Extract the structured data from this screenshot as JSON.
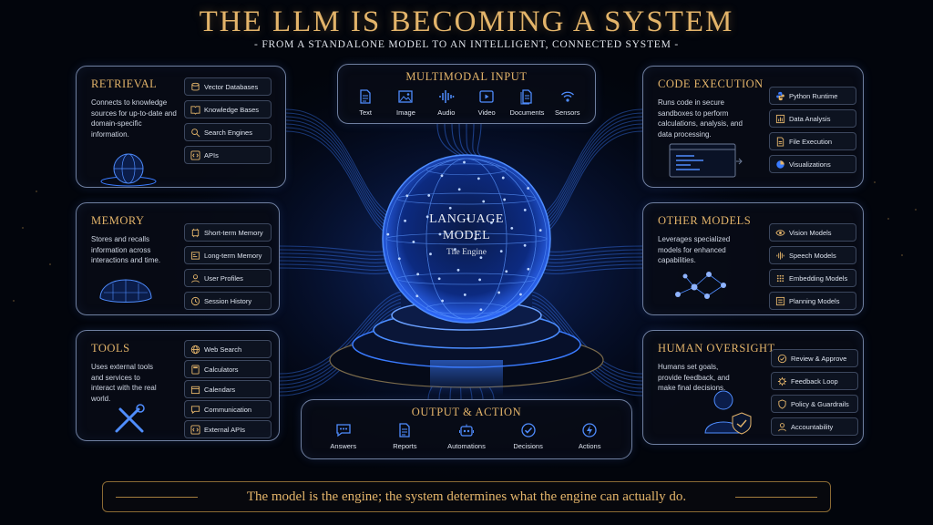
{
  "title": "THE LLM IS BECOMING A SYSTEM",
  "subtitle": "- FROM A STANDALONE MODEL TO AN INTELLIGENT, CONNECTED SYSTEM -",
  "center": {
    "title_line1": "LANGUAGE",
    "title_line2": "MODEL",
    "subtitle": "The Engine"
  },
  "retrieval": {
    "title": "RETRIEVAL",
    "desc": "Connects to knowledge sources for up-to-date and domain-specific information.",
    "items": [
      {
        "label": "Vector Databases",
        "icon": "database-icon"
      },
      {
        "label": "Knowledge Bases",
        "icon": "book-icon"
      },
      {
        "label": "Search Engines",
        "icon": "search-icon"
      },
      {
        "label": "APIs",
        "icon": "code-icon"
      }
    ]
  },
  "memory": {
    "title": "MEMORY",
    "desc": "Stores and recalls information across interactions and time.",
    "items": [
      {
        "label": "Short-term Memory",
        "icon": "chip-icon"
      },
      {
        "label": "Long-term Memory",
        "icon": "chip-icon"
      },
      {
        "label": "User Profiles",
        "icon": "user-icon"
      },
      {
        "label": "Session History",
        "icon": "history-icon"
      }
    ]
  },
  "tools": {
    "title": "TOOLS",
    "desc": "Uses external tools and services to interact with the real world.",
    "items": [
      {
        "label": "Web Search",
        "icon": "globe-icon"
      },
      {
        "label": "Calculators",
        "icon": "calculator-icon"
      },
      {
        "label": "Calendars",
        "icon": "calendar-icon"
      },
      {
        "label": "Communication",
        "icon": "chat-icon"
      },
      {
        "label": "External APIs",
        "icon": "code-icon"
      }
    ]
  },
  "code_execution": {
    "title": "CODE EXECUTION",
    "desc": "Runs code in secure sandboxes to perform calculations, analysis, and data processing.",
    "items": [
      {
        "label": "Python Runtime",
        "icon": "python-icon"
      },
      {
        "label": "Data Analysis",
        "icon": "bar-chart-icon"
      },
      {
        "label": "File Execution",
        "icon": "file-icon"
      },
      {
        "label": "Visualizations",
        "icon": "pie-chart-icon"
      }
    ]
  },
  "other_models": {
    "title": "OTHER MODELS",
    "desc": "Leverages specialized models for enhanced capabilities.",
    "items": [
      {
        "label": "Vision Models",
        "icon": "eye-icon"
      },
      {
        "label": "Speech Models",
        "icon": "waveform-icon"
      },
      {
        "label": "Embedding Models",
        "icon": "grid-dots-icon"
      },
      {
        "label": "Planning Models",
        "icon": "list-icon"
      }
    ]
  },
  "human_oversight": {
    "title": "HUMAN OVERSIGHT",
    "desc": "Humans set goals, provide feedback, and make final decisions.",
    "items": [
      {
        "label": "Review & Approve",
        "icon": "check-circle-icon"
      },
      {
        "label": "Feedback Loop",
        "icon": "gear-icon"
      },
      {
        "label": "Policy & Guardrails",
        "icon": "shield-icon"
      },
      {
        "label": "Accountability",
        "icon": "user-icon"
      }
    ]
  },
  "multimodal_input": {
    "title": "MULTIMODAL INPUT",
    "items": [
      {
        "label": "Text",
        "icon": "text-doc-icon"
      },
      {
        "label": "Image",
        "icon": "image-icon"
      },
      {
        "label": "Audio",
        "icon": "audio-icon"
      },
      {
        "label": "Video",
        "icon": "video-icon"
      },
      {
        "label": "Documents",
        "icon": "documents-icon"
      },
      {
        "label": "Sensors",
        "icon": "sensor-icon"
      }
    ]
  },
  "output_action": {
    "title": "OUTPUT & ACTION",
    "items": [
      {
        "label": "Answers",
        "icon": "chat-icon"
      },
      {
        "label": "Reports",
        "icon": "report-icon"
      },
      {
        "label": "Automations",
        "icon": "robot-icon"
      },
      {
        "label": "Decisions",
        "icon": "check-circle-icon"
      },
      {
        "label": "Actions",
        "icon": "bolt-icon"
      }
    ]
  },
  "footer": "The model is the engine; the system determines what the engine can actually do.",
  "colors": {
    "gold": "#e3b46a",
    "glow_blue": "#3a7bff",
    "panel_border": "#6f7fa0",
    "background": "#02050c"
  }
}
